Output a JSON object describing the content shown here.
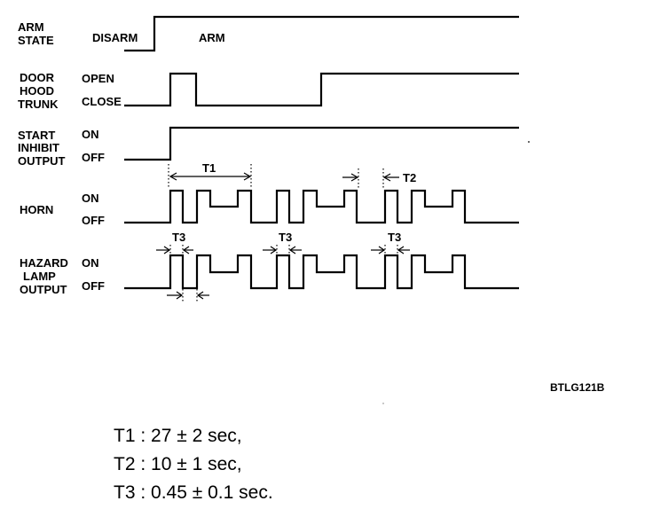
{
  "signals": [
    {
      "lines": [
        "ARM",
        "STATE"
      ],
      "states": [
        "DISARM",
        "ARM"
      ]
    },
    {
      "lines": [
        "DOOR",
        "HOOD",
        "TRUNK"
      ],
      "states": [
        "OPEN",
        "CLOSE"
      ]
    },
    {
      "lines": [
        "START",
        "INHIBIT",
        "OUTPUT"
      ],
      "states": [
        "ON",
        "OFF"
      ]
    },
    {
      "lines": [
        "HORN"
      ],
      "states": [
        "ON",
        "OFF"
      ]
    },
    {
      "lines": [
        "HAZARD",
        "LAMP",
        "OUTPUT"
      ],
      "states": [
        "ON",
        "OFF"
      ]
    }
  ],
  "annotations": {
    "t1": "T1",
    "t2": "T2",
    "t3": "T3"
  },
  "figure_code": "BTLG121B",
  "legend": [
    {
      "symbol": "T1",
      "sep": ":",
      "value": "27 ± 2 sec,"
    },
    {
      "symbol": "T2",
      "sep": ":",
      "value": "10 ± 1 sec,"
    },
    {
      "symbol": "T3",
      "sep": ":",
      "value": "0.45 ± 0.1 sec."
    }
  ]
}
